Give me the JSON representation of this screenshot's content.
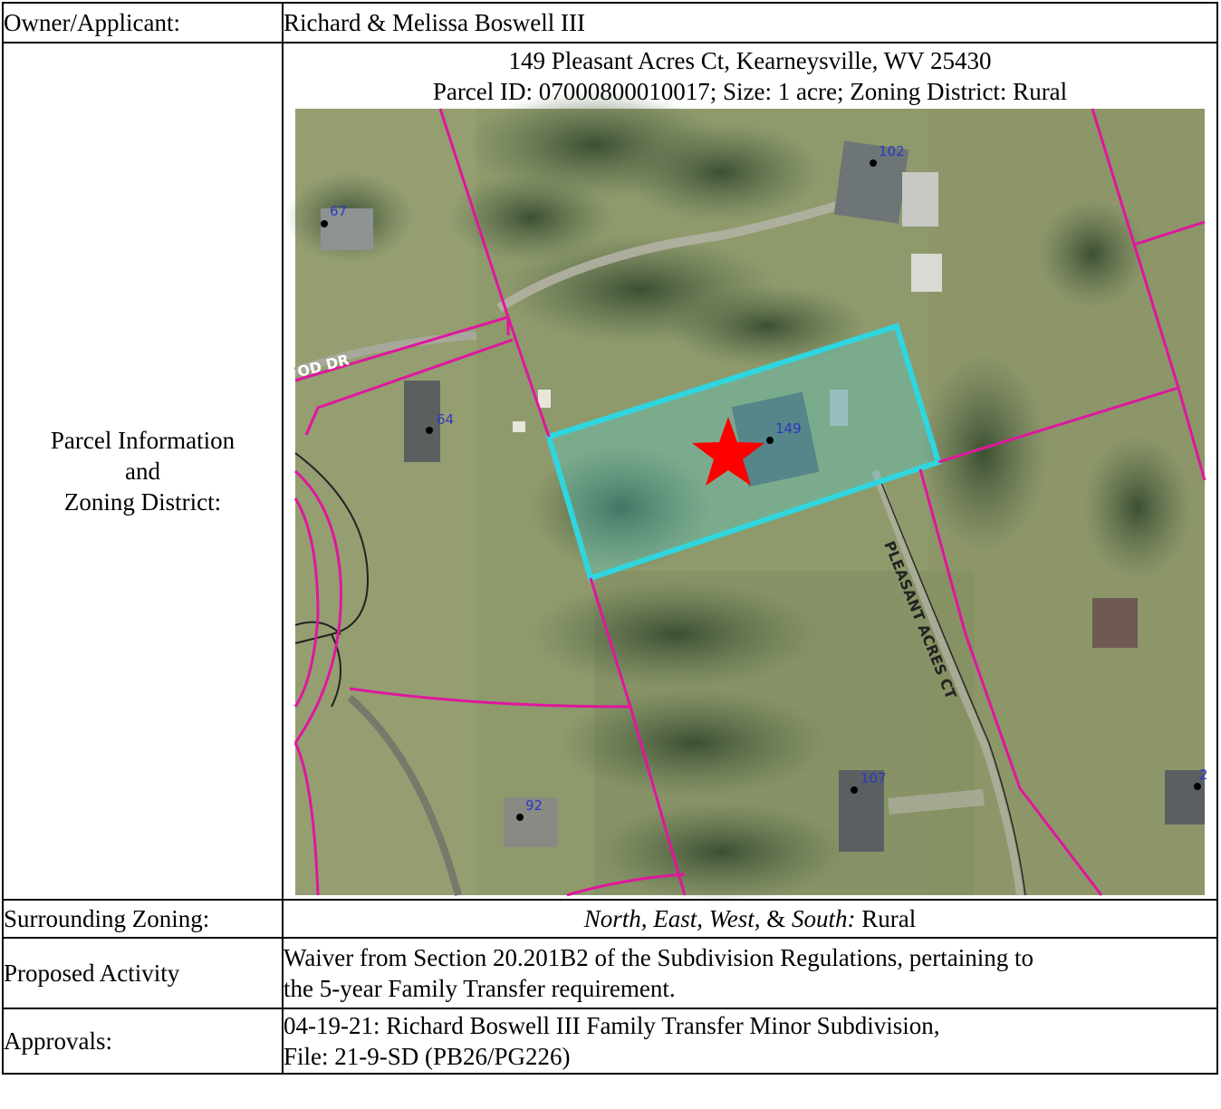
{
  "rows": {
    "owner": {
      "label": "Owner/Applicant:",
      "value": "Richard & Melissa Boswell III"
    },
    "parcel": {
      "label_lines": [
        "Parcel Information",
        "and",
        "Zoning District:"
      ],
      "address": "149 Pleasant Acres Ct, Kearneysville, WV 25430",
      "details": "Parcel ID: 07000800010017; Size: 1 acre; Zoning District: Rural"
    },
    "surrounding": {
      "label": "Surrounding Zoning:",
      "directions": "North, East, West,",
      "amp": "&",
      "south": "South:",
      "zone": "Rural"
    },
    "proposed": {
      "label": "Proposed Activity",
      "lines": [
        "Waiver from Section 20.201B2 of the Subdivision Regulations, pertaining to",
        "the 5-year Family Transfer requirement."
      ]
    },
    "approvals": {
      "label": "Approvals:",
      "lines": [
        "04-19-21: Richard Boswell III Family Transfer Minor Subdivision,",
        "File: 21-9-SD (PB26/PG226)"
      ]
    }
  },
  "map": {
    "road_labels": {
      "pleasant": "PLEASANT ACRES CT",
      "west_road": "OD DR"
    },
    "address_points": [
      "102",
      "67",
      "64",
      "149",
      "107",
      "92",
      "2"
    ],
    "colors": {
      "parcel_lines": "#e0169e",
      "selected_parcel": "#2fd6e0",
      "marker": "#ff0000",
      "label_text": "#2a39c0"
    }
  }
}
